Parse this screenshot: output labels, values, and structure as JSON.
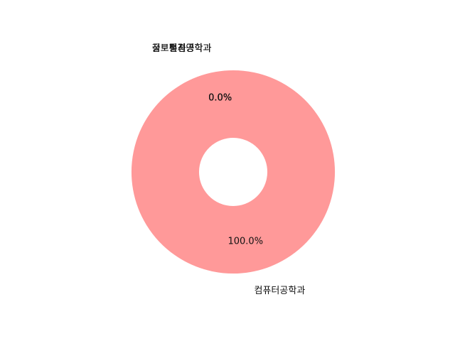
{
  "chart_data": {
    "type": "pie",
    "donut": true,
    "title": "",
    "labels": [
      "컴퓨터공학과",
      "글로벌경영학과",
      "정보통신공학과",
      "전자공학과"
    ],
    "values": [
      100.0,
      0.0,
      0.0,
      0.0
    ],
    "percent_labels": [
      "100.0%",
      "0.0%",
      "0.0%",
      "0.0%"
    ],
    "colors": [
      "#ff9999",
      "#ff9999",
      "#ff9999",
      "#ff9999"
    ],
    "legend": "none"
  }
}
